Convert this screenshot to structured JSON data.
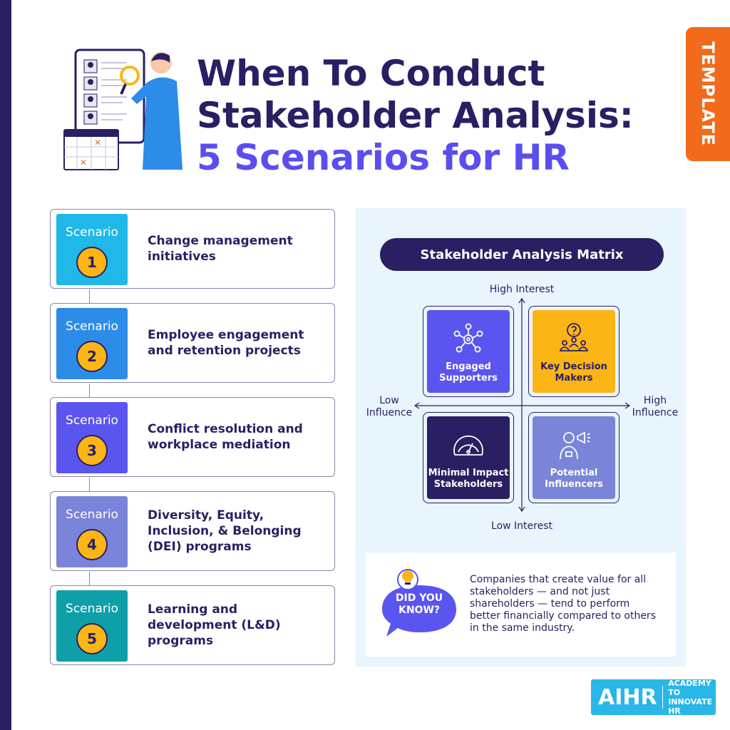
{
  "template_tab": "TEMPLATE",
  "title": {
    "line1": "When To Conduct",
    "line2": "Stakeholder Analysis:",
    "line3": "5 Scenarios for HR"
  },
  "scenarios": [
    {
      "label": "Scenario",
      "number": "1",
      "text": "Change management initiatives",
      "color": "#1fb8e8"
    },
    {
      "label": "Scenario",
      "number": "2",
      "text": "Employee engagement and retention projects",
      "color": "#2c8ce8"
    },
    {
      "label": "Scenario",
      "number": "3",
      "text": "Conflict resolution and workplace mediation",
      "color": "#5b55f0"
    },
    {
      "label": "Scenario",
      "number": "4",
      "text": "Diversity, Equity, Inclusion, & Belonging (DEI) programs",
      "color": "#7a84d8"
    },
    {
      "label": "Scenario",
      "number": "5",
      "text": "Learning and development (L&D) programs",
      "color": "#0f9fa8"
    }
  ],
  "matrix": {
    "title": "Stakeholder Analysis Matrix",
    "high_interest": "High Interest",
    "low_interest": "Low Interest",
    "low_influence": "Low Influence",
    "high_influence": "High Influence",
    "quadrants": [
      {
        "label": "Engaged Supporters",
        "icon": "network-people-icon",
        "color": "#5b55f0",
        "text_color": "#ffffff"
      },
      {
        "label": "Key Decision Makers",
        "icon": "question-leader-icon",
        "color": "#fbb515",
        "text_color": "#2a1f63"
      },
      {
        "label": "Minimal Impact Stakeholders",
        "icon": "gauge-icon",
        "color": "#2a1f63",
        "text_color": "#ffffff"
      },
      {
        "label": "Potential Influencers",
        "icon": "megaphone-person-icon",
        "color": "#7a84d8",
        "text_color": "#ffffff"
      }
    ]
  },
  "did_you_know": {
    "badge": "DID YOU KNOW?",
    "text": "Companies that create value for all stakeholders — and not just shareholders — tend to perform better financially compared to others in the same industry."
  },
  "logo": {
    "name": "AIHR",
    "tagline_1": "ACADEMY TO",
    "tagline_2": "INNOVATE HR"
  }
}
